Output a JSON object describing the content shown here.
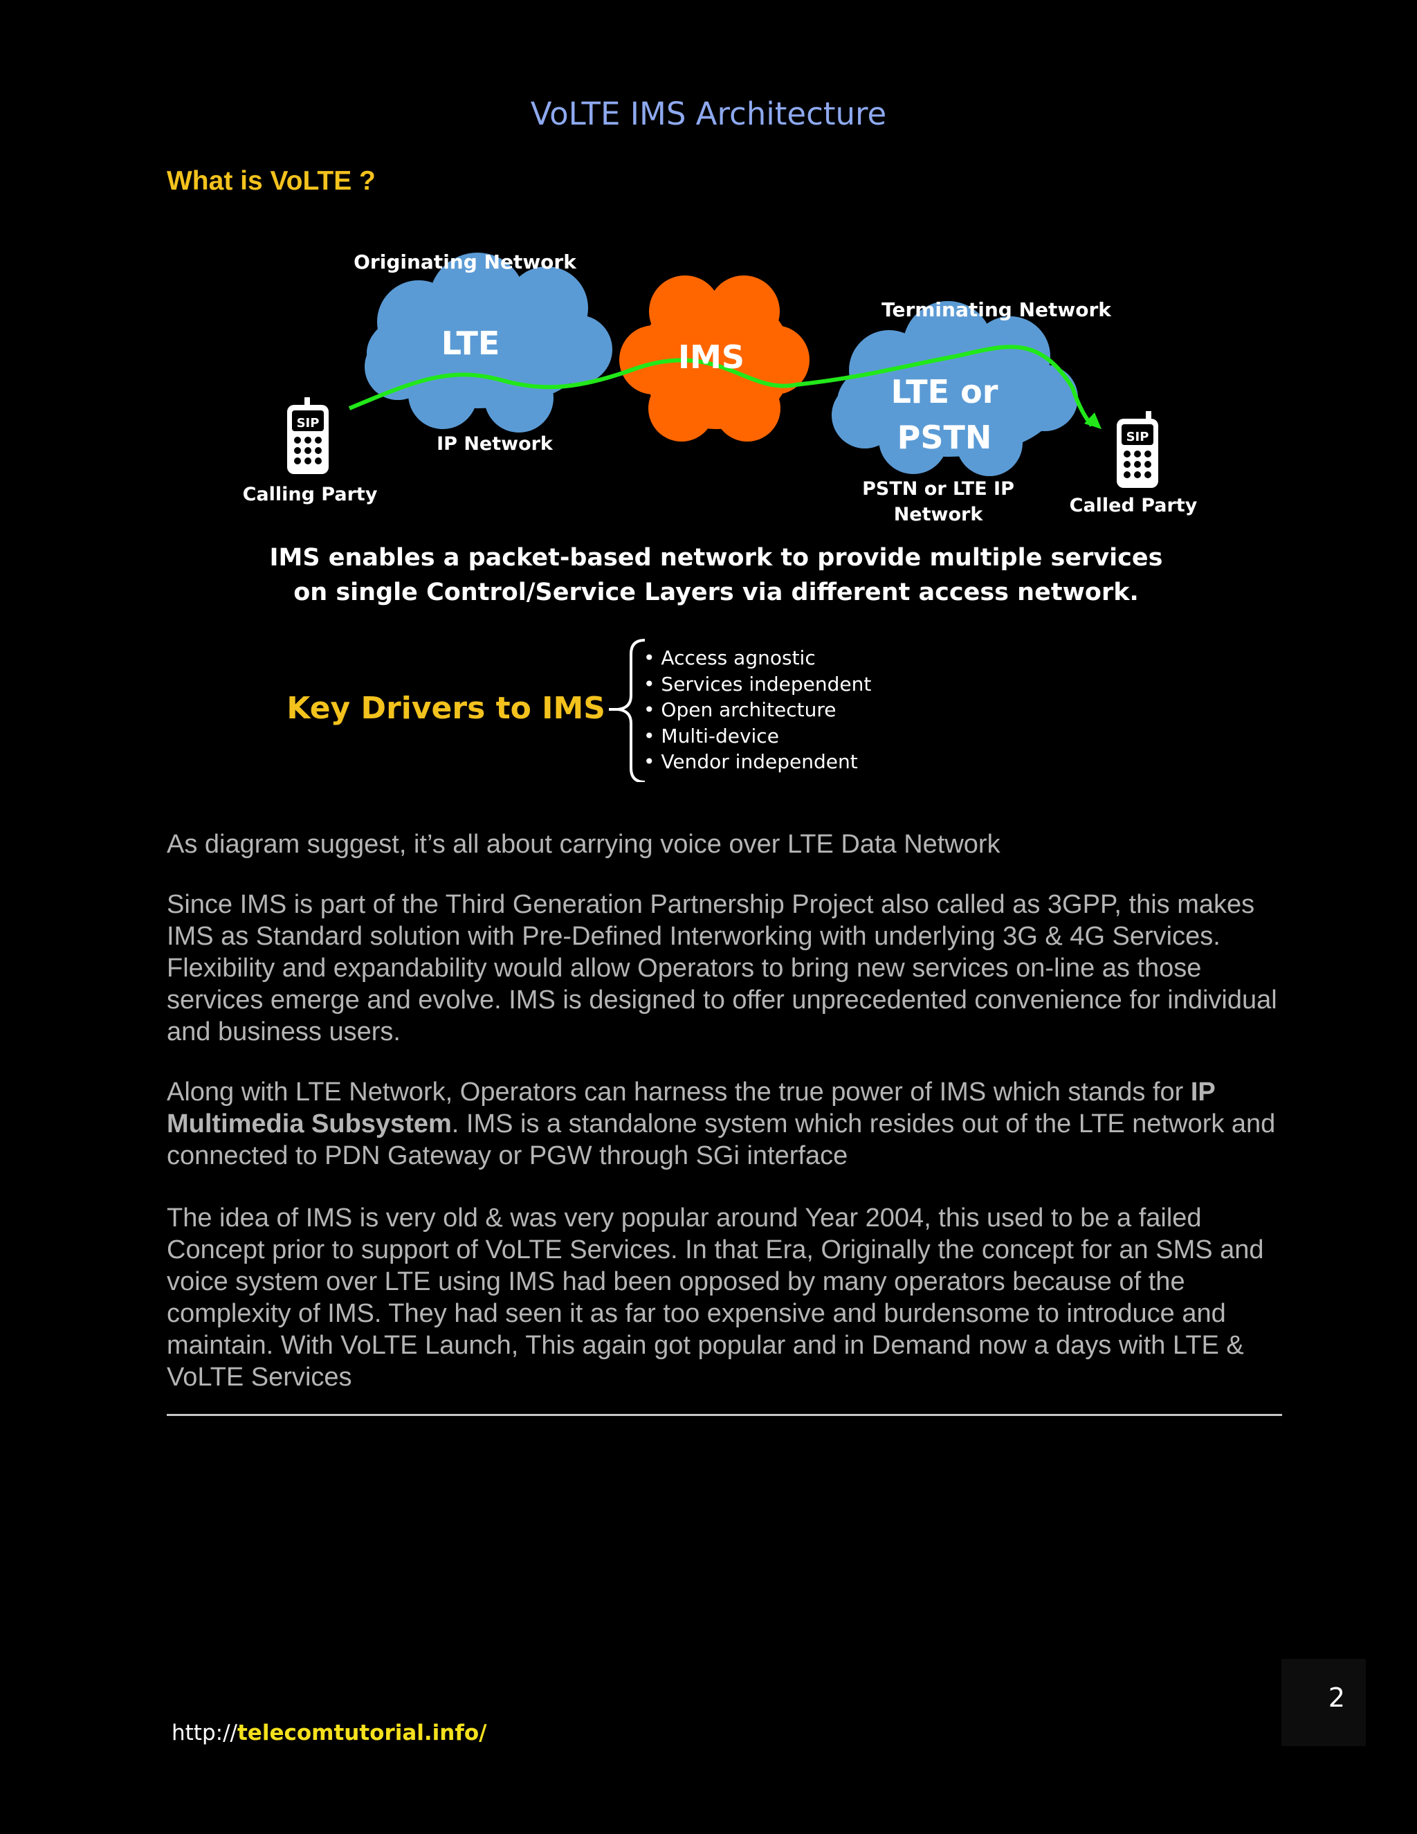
{
  "page": {
    "title": "VoLTE IMS Architecture",
    "section_heading": "What is VoLTE ?",
    "page_number": "2",
    "footer": {
      "protocol": "http://",
      "domain": "telecomtutorial.info/"
    }
  },
  "diagram": {
    "originating_network": "Originating Network",
    "lte_label": "LTE",
    "ims_label": "IMS",
    "terminating_network": "Terminating Network",
    "lte_or_pstn_line1": "LTE or",
    "lte_or_pstn_line2": "PSTN",
    "ip_network": "IP Network",
    "pstn_network_line1": "PSTN or LTE IP",
    "pstn_network_line2": "Network",
    "calling_party": "Calling Party",
    "called_party": "Called Party",
    "sip_label": "SIP",
    "caption_line1": "IMS enables a packet-based network to provide multiple services",
    "caption_line2": "on single Control/Service Layers via different access network.",
    "key_drivers_title": "Key Drivers to IMS",
    "key_drivers": [
      "• Access agnostic",
      "• Services independent",
      "• Open architecture",
      "• Multi-device",
      "• Vendor independent"
    ],
    "colors": {
      "cloud": "#5b9bd5",
      "ims": "#ff6600",
      "path": "#22e81a",
      "key_title": "#f3c21d"
    }
  },
  "body": {
    "p1": "As diagram suggest, it’s all about carrying voice over LTE Data Network",
    "p2": "Since IMS is part of the Third Generation Partnership Project also called as 3GPP, this makes IMS as Standard solution with Pre-Defined Interworking with underlying 3G & 4G Services. Flexibility and expandability would allow Operators to bring new services on-line as those services emerge and evolve. IMS is designed to offer unprecedented convenience for individual and business users.",
    "p3_a": "Along with LTE Network, Operators can harness the true power of IMS which stands for ",
    "p3_bold": "IP Multimedia Subsystem",
    "p3_b": ". IMS is a standalone system which resides out of the LTE network and connected to PDN Gateway or PGW through SGi interface",
    "p4": "The idea of IMS is very old & was very popular around Year 2004, this used to be a failed Concept prior to support of VoLTE Services. In that Era, Originally the concept for an SMS and voice system over LTE using IMS had been opposed by many operators because of the complexity of IMS. They had seen it as far too expensive and burdensome to introduce and maintain. With VoLTE Launch, This again got popular and in Demand now a days with LTE & VoLTE Services"
  }
}
